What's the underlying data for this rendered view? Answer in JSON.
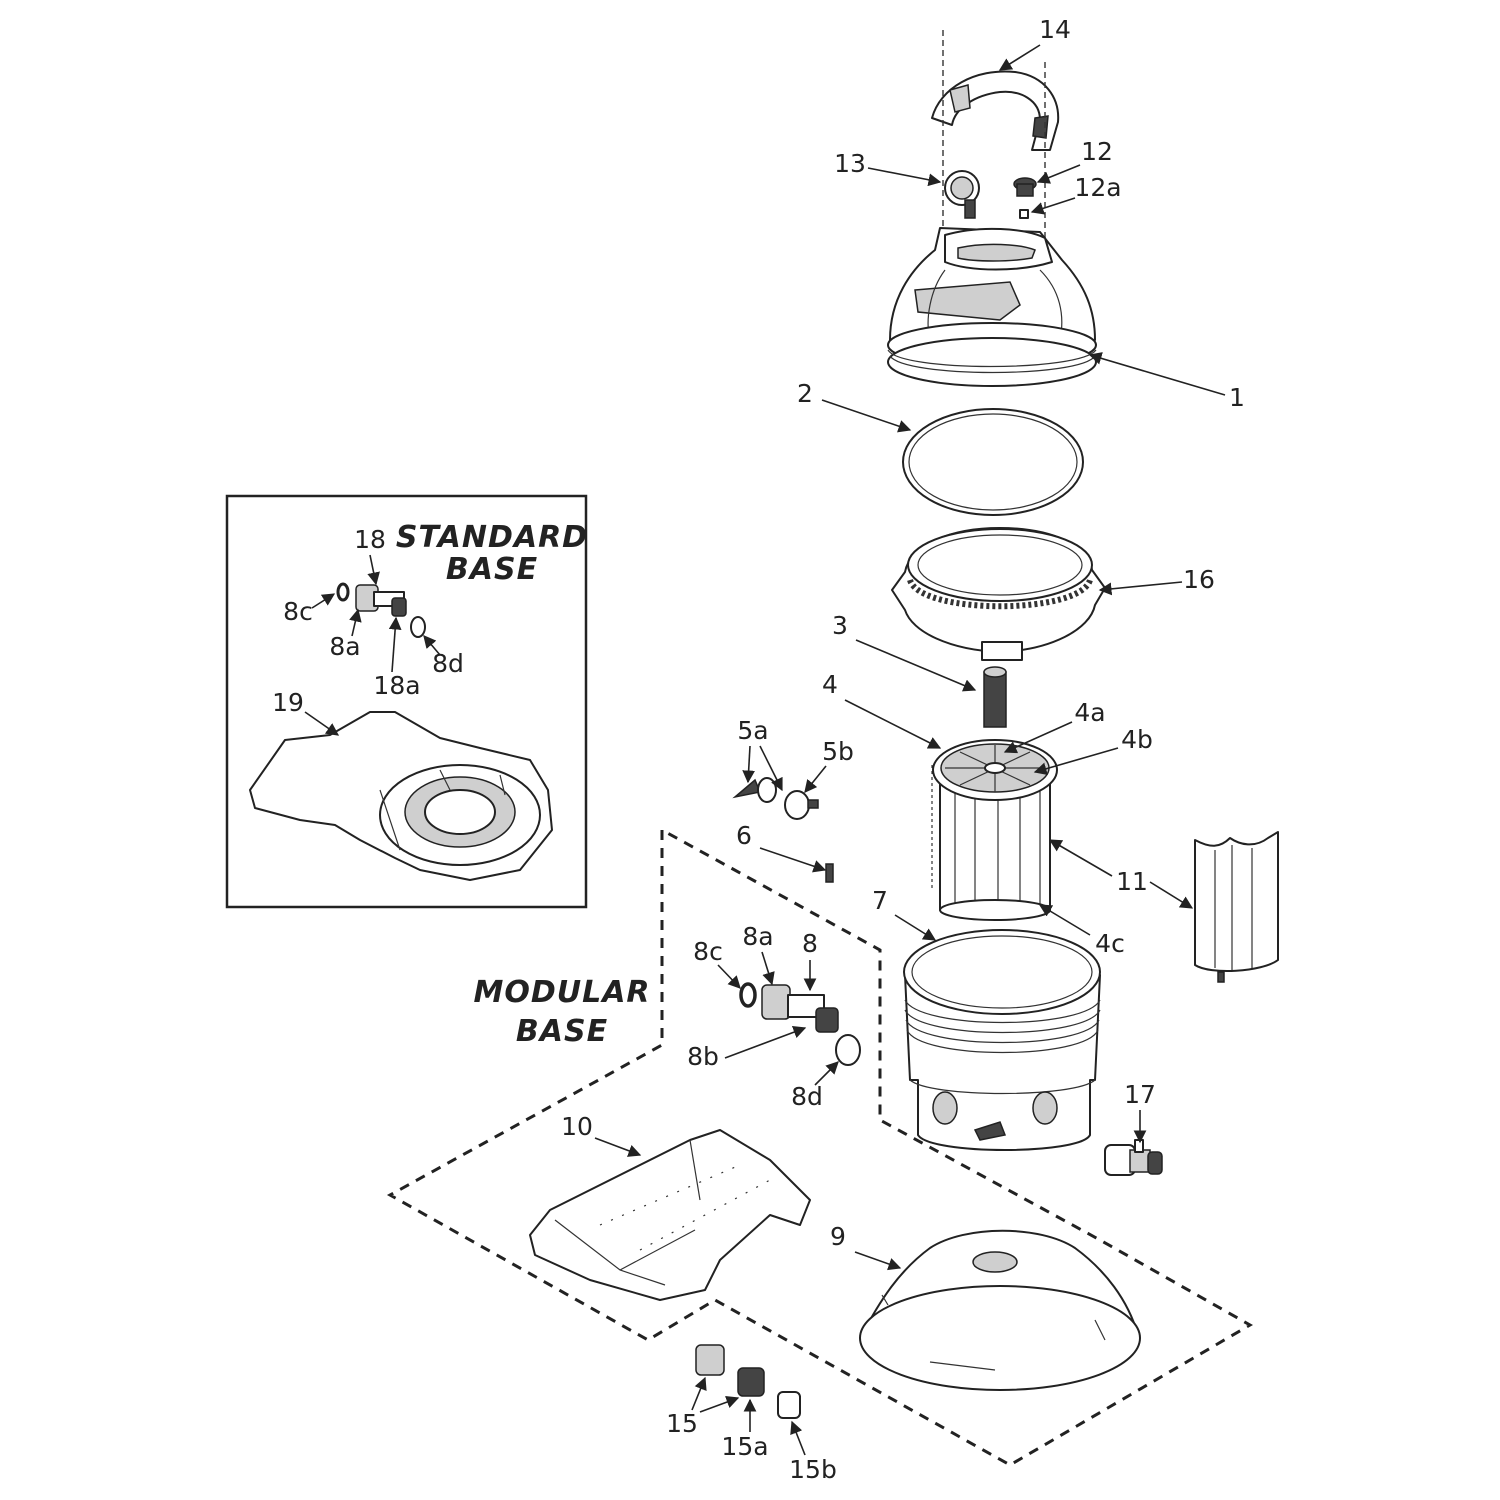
{
  "boxes": {
    "standard_base_line1": "STANDARD",
    "standard_base_line2": "BASE",
    "modular_base_line1": "MODULAR",
    "modular_base_line2": "BASE"
  },
  "callouts": {
    "p1": "1",
    "p2": "2",
    "p3": "3",
    "p4": "4",
    "p4a": "4a",
    "p4b": "4b",
    "p4c": "4c",
    "p5a": "5a",
    "p5b": "5b",
    "p6": "6",
    "p7": "7",
    "p8": "8",
    "p8a": "8a",
    "p8b": "8b",
    "p8c": "8c",
    "p8d": "8d",
    "p9": "9",
    "p10": "10",
    "p11": "11",
    "p12": "12",
    "p12a": "12a",
    "p13": "13",
    "p14": "14",
    "p15": "15",
    "p15a": "15a",
    "p15b": "15b",
    "p16": "16",
    "p17": "17",
    "p18": "18",
    "p18a": "18a",
    "p19": "19",
    "s_8a": "8a",
    "s_8c": "8c",
    "s_8d": "8d"
  }
}
